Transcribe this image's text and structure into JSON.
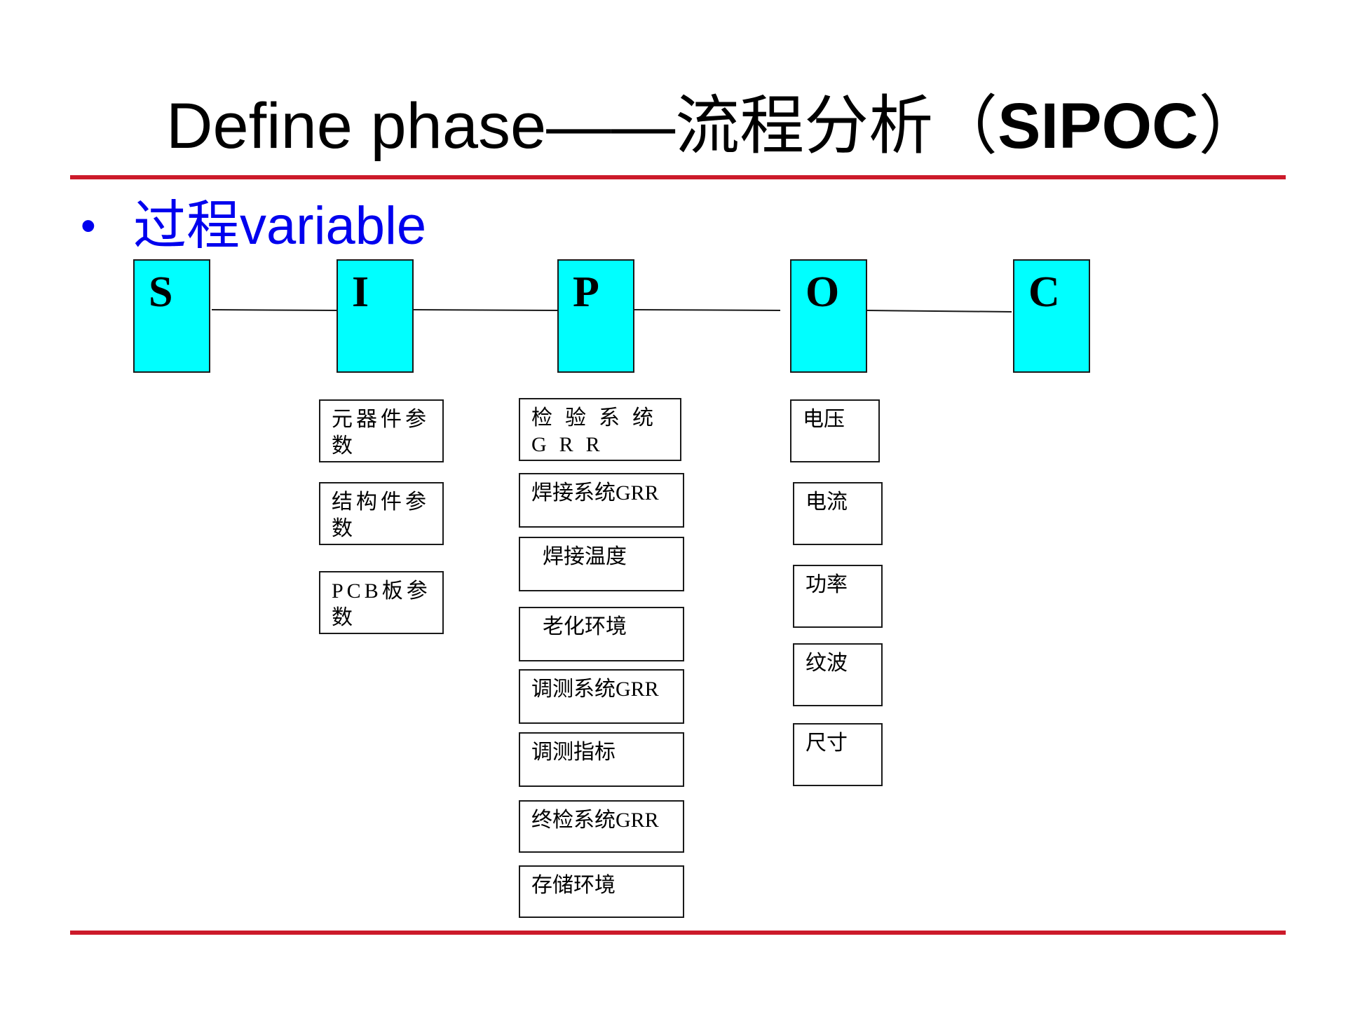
{
  "title": {
    "prefix": "Define phase——流程分析（",
    "sipoc": "SIPOC",
    "suffix": "）"
  },
  "bullet": {
    "dot": "•",
    "text": "过程variable"
  },
  "phases": [
    "S",
    "I",
    "P",
    "O",
    "C"
  ],
  "inputs": [
    "元器件参数",
    "结构件参数",
    "PCB板参数"
  ],
  "process": [
    "检验系统GRR",
    "焊接系统GRR",
    "焊接温度",
    "老化环境",
    "调测系统GRR",
    "调测指标",
    "终检系统GRR",
    "存储环境"
  ],
  "outputs": [
    "电压",
    "电流",
    "功率",
    "纹波",
    "尺寸"
  ],
  "colors": {
    "accent_rule": "#cc1a2a",
    "bullet_text": "#0000ee",
    "phase_fill": "#00ffff"
  }
}
